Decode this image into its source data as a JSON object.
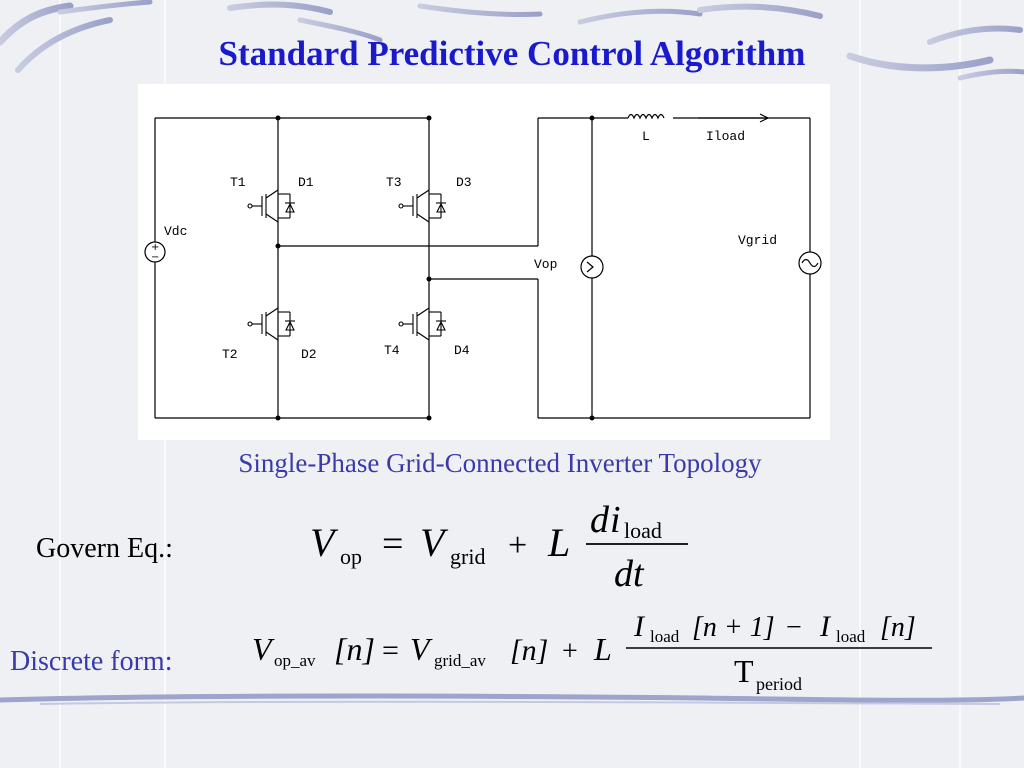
{
  "slide": {
    "title": "Standard Predictive Control Algorithm",
    "caption": "Single-Phase Grid-Connected Inverter Topology",
    "govern_label": "Govern Eq.:",
    "discrete_label": "Discrete form:"
  },
  "circuit": {
    "labels": {
      "t1": "T1",
      "d1": "D1",
      "t3": "T3",
      "d3": "D3",
      "t2": "T2",
      "d2": "D2",
      "t4": "T4",
      "d4": "D4",
      "vdc": "Vdc",
      "vop": "Vop",
      "l": "L",
      "iload": "Iload",
      "vgrid": "Vgrid"
    }
  },
  "equations": {
    "govern": {
      "V": "V",
      "op": "op",
      "eq": "=",
      "grid": "grid",
      "plus": "+",
      "L": "L",
      "num_d": "d",
      "num_i": "i",
      "load": "load",
      "den": "dt"
    },
    "discrete": {
      "V": "V",
      "op_av": "op_av",
      "n_bracket": "[n]",
      "eq": "=",
      "grid_av": "grid_av",
      "n2": "[n]",
      "plus": "+",
      "L": "L",
      "I1": "I",
      "load1": "load",
      "n_plus_1": "[n + 1]",
      "minus": "−",
      "I2": "I",
      "load2": "load",
      "n3": "[n]",
      "T": "T",
      "period": "period"
    }
  },
  "colors": {
    "title": "#1a1acc",
    "caption": "#3a3aaa",
    "background": "#eef0f4"
  }
}
